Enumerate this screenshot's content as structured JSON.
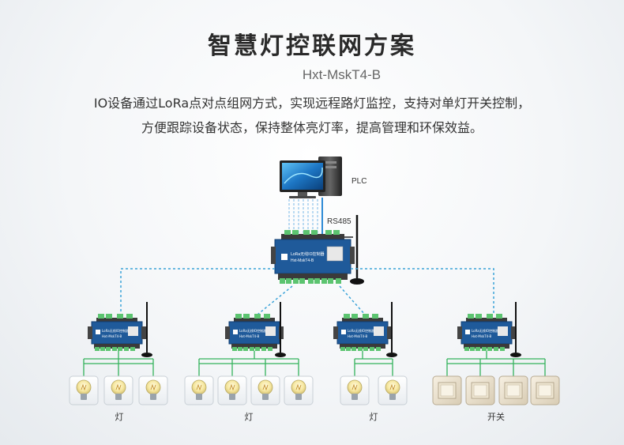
{
  "header": {
    "title": "智慧灯控联网方案",
    "model": "Hxt-MskT4-B",
    "desc_line1": "IO设备通过LoRa点对点组网方式，实现远程路灯监控，支持对单灯开关控制，",
    "desc_line2": "方便跟踪设备状态，保持整体亮灯率，提高管理和环保效益。"
  },
  "diagram": {
    "plc_label": "PLC",
    "bus_label": "RS485",
    "master_device_text": "LoRa无线IO控制器",
    "master_model_text": "Hxt-MskT4-B",
    "node_device_text": "LoRa无线IO控制器",
    "node_model_text": "Hxt-MskT4-B",
    "groups": [
      {
        "label": "灯",
        "count": 3,
        "kind": "bulb"
      },
      {
        "label": "灯",
        "count": 4,
        "kind": "bulb"
      },
      {
        "label": "灯",
        "count": 2,
        "kind": "bulb"
      },
      {
        "label": "开关",
        "count": 4,
        "kind": "switch"
      }
    ]
  },
  "colors": {
    "device_blue": "#1f5a9a",
    "dashed_link": "#3ba3d8",
    "wire_green": "#33b25b",
    "terminal_green": "#5cc470"
  }
}
